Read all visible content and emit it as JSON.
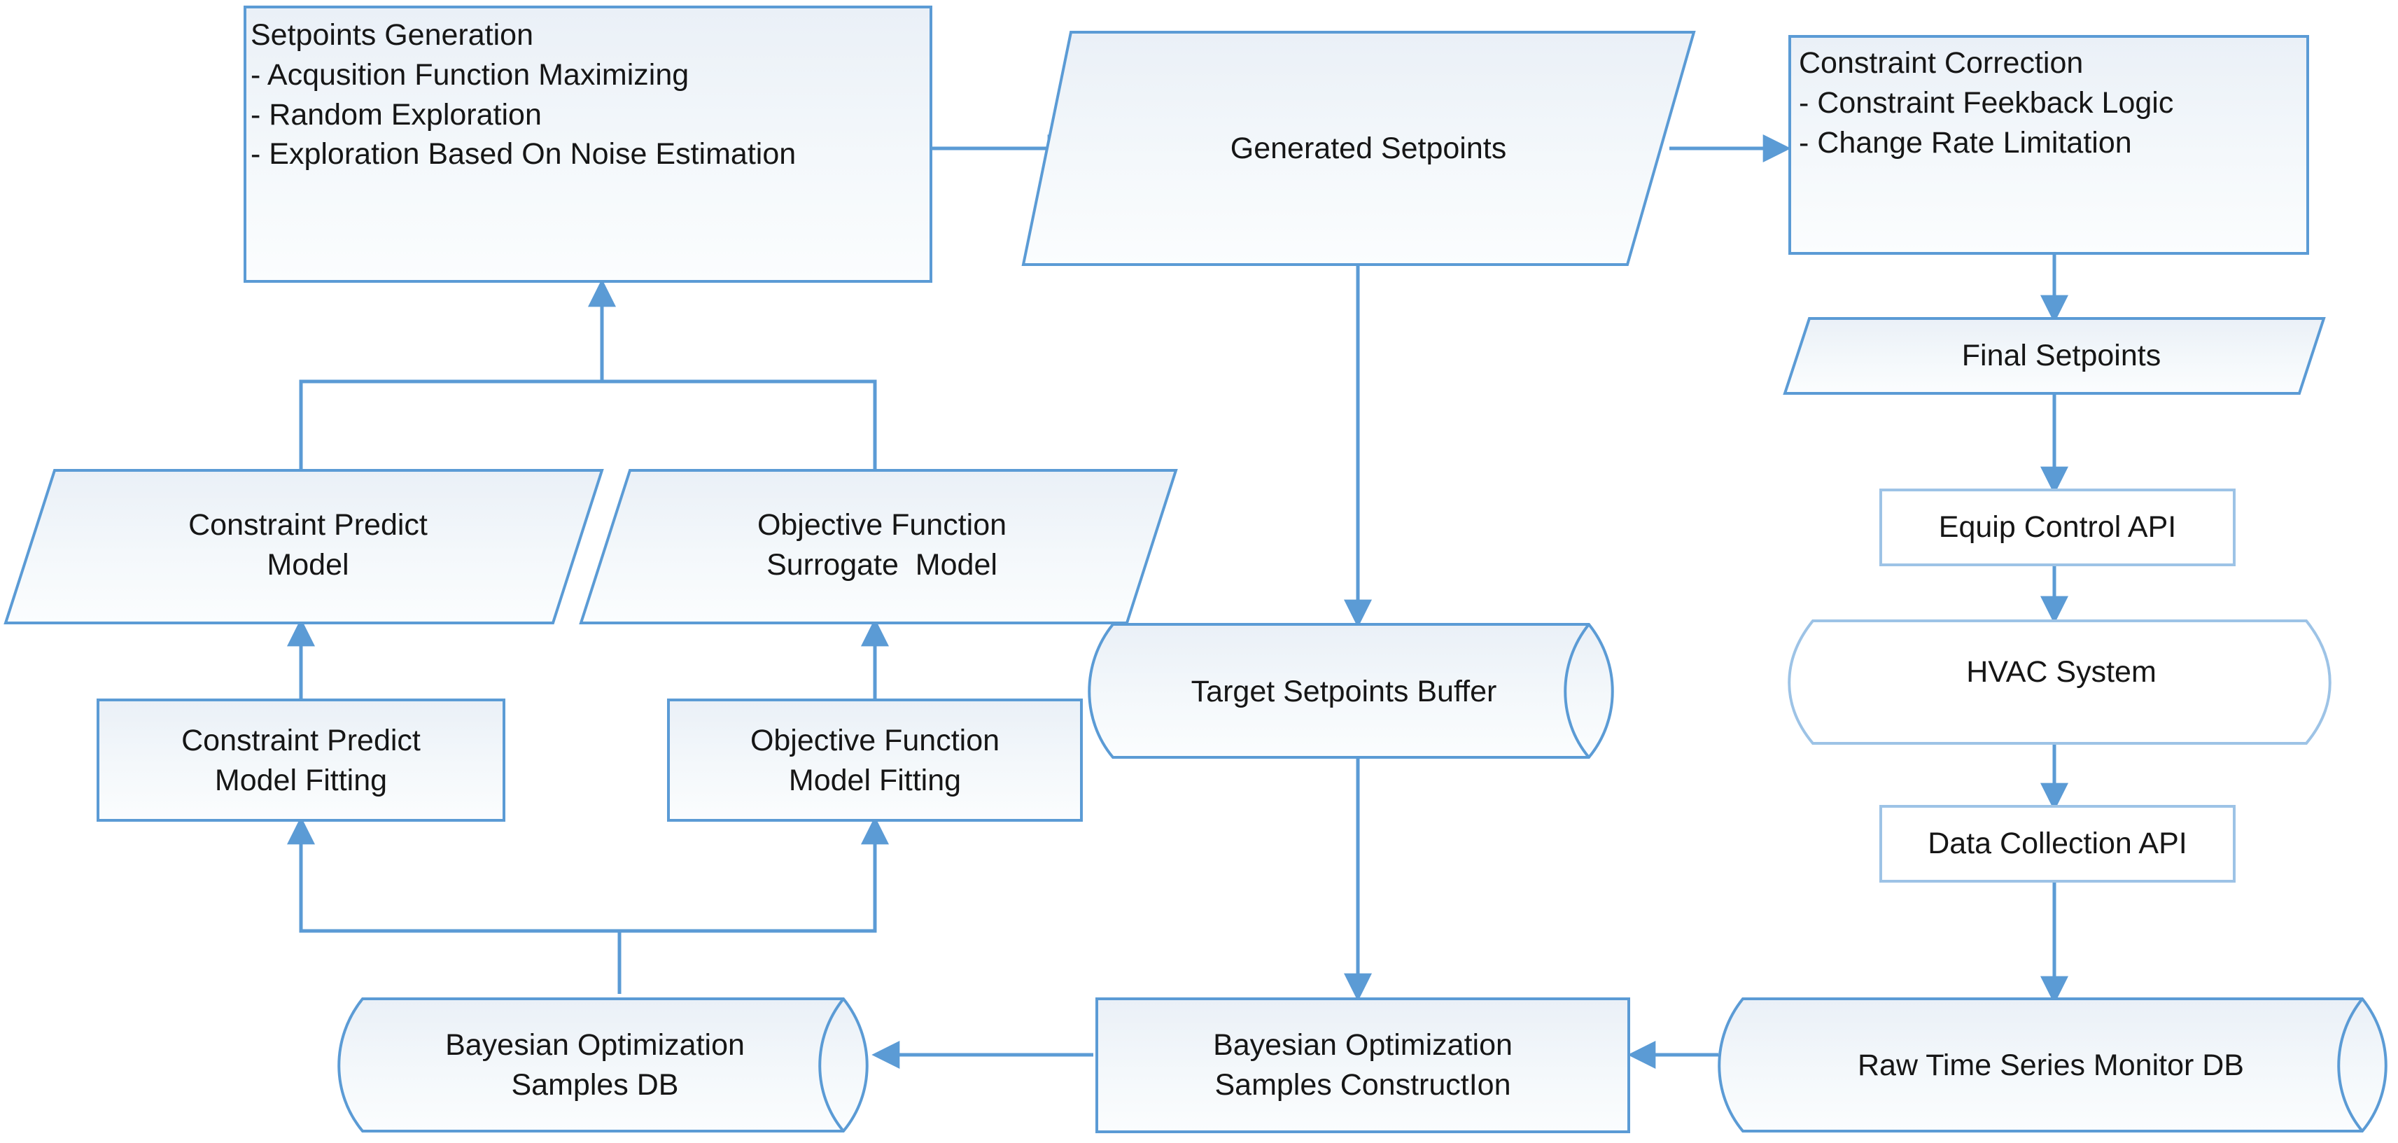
{
  "diagram": {
    "title": "HVAC Bayesian Optimization Control Loop Flowchart",
    "colors": {
      "stroke": "#5b9bd5",
      "stroke_light": "#9dc3e6",
      "fill_gradient_top": "#eef3f8",
      "fill_gradient_bottom": "#f7fafc",
      "fill_white": "#ffffff",
      "text": "#161616",
      "background": "#ffffff"
    },
    "nodes": [
      {
        "id": "setpoints-generation",
        "shape": "rectangle",
        "label": "Setpoints Generation\n- Acqusition Function Maximizing\n- Random Exploration\n- Exploration Based On Noise Estimation",
        "align": "left"
      },
      {
        "id": "generated-setpoints",
        "shape": "parallelogram",
        "label": "Generated Setpoints",
        "align": "center"
      },
      {
        "id": "constraint-correction",
        "shape": "rectangle",
        "label": "Constraint Correction\n- Constraint Feekback Logic\n- Change Rate Limitation",
        "align": "left"
      },
      {
        "id": "final-setpoints",
        "shape": "parallelogram",
        "label": "Final Setpoints",
        "align": "center"
      },
      {
        "id": "equip-control-api",
        "shape": "rectangle-white",
        "label": "Equip Control API",
        "align": "center"
      },
      {
        "id": "hvac-system",
        "shape": "cylinder-white",
        "label": "HVAC System",
        "align": "center"
      },
      {
        "id": "data-collection-api",
        "shape": "rectangle-white",
        "label": "Data Collection API",
        "align": "center"
      },
      {
        "id": "raw-time-series-monitor-db",
        "shape": "cylinder",
        "label": "Raw Time Series Monitor DB",
        "align": "center"
      },
      {
        "id": "target-setpoints-buffer",
        "shape": "cylinder",
        "label": "Target Setpoints Buffer",
        "align": "center"
      },
      {
        "id": "bayesian-optimization-samples-construction",
        "shape": "rectangle",
        "label": "Bayesian Optimization\nSamples ConstructIon",
        "align": "center"
      },
      {
        "id": "bayesian-optimization-samples-db",
        "shape": "cylinder",
        "label": "Bayesian Optimization\nSamples DB",
        "align": "center"
      },
      {
        "id": "constraint-predict-model-fitting",
        "shape": "rectangle",
        "label": "Constraint Predict\nModel Fitting",
        "align": "center"
      },
      {
        "id": "objective-function-model-fitting",
        "shape": "rectangle",
        "label": "Objective Function\nModel Fitting",
        "align": "center"
      },
      {
        "id": "constraint-predict-model",
        "shape": "parallelogram",
        "label": "Constraint Predict\nModel",
        "align": "center"
      },
      {
        "id": "objective-function-surrogate-model",
        "shape": "parallelogram",
        "label": "Objective Function\nSurrogate  Model",
        "align": "center"
      }
    ],
    "edges": [
      {
        "from": "setpoints-generation",
        "to": "generated-setpoints"
      },
      {
        "from": "generated-setpoints",
        "to": "constraint-correction"
      },
      {
        "from": "generated-setpoints",
        "to": "target-setpoints-buffer"
      },
      {
        "from": "constraint-correction",
        "to": "final-setpoints"
      },
      {
        "from": "final-setpoints",
        "to": "equip-control-api"
      },
      {
        "from": "equip-control-api",
        "to": "hvac-system"
      },
      {
        "from": "hvac-system",
        "to": "data-collection-api"
      },
      {
        "from": "data-collection-api",
        "to": "raw-time-series-monitor-db"
      },
      {
        "from": "raw-time-series-monitor-db",
        "to": "bayesian-optimization-samples-construction"
      },
      {
        "from": "target-setpoints-buffer",
        "to": "bayesian-optimization-samples-construction"
      },
      {
        "from": "bayesian-optimization-samples-construction",
        "to": "bayesian-optimization-samples-db"
      },
      {
        "from": "bayesian-optimization-samples-db",
        "to": "constraint-predict-model-fitting"
      },
      {
        "from": "bayesian-optimization-samples-db",
        "to": "objective-function-model-fitting"
      },
      {
        "from": "constraint-predict-model-fitting",
        "to": "constraint-predict-model"
      },
      {
        "from": "objective-function-model-fitting",
        "to": "objective-function-surrogate-model"
      },
      {
        "from": "constraint-predict-model",
        "to": "setpoints-generation"
      },
      {
        "from": "objective-function-surrogate-model",
        "to": "setpoints-generation"
      }
    ]
  }
}
